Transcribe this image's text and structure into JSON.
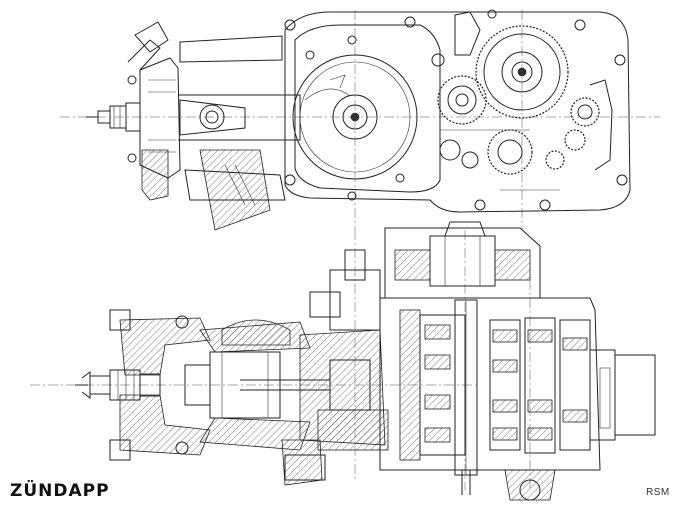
{
  "brand": {
    "text": "ZÜNDAPP"
  },
  "initials": {
    "text": "RSM"
  },
  "drawing": {
    "upper_view": "side-view-crankcase",
    "lower_view": "sectional-view-engine-gearbox"
  }
}
